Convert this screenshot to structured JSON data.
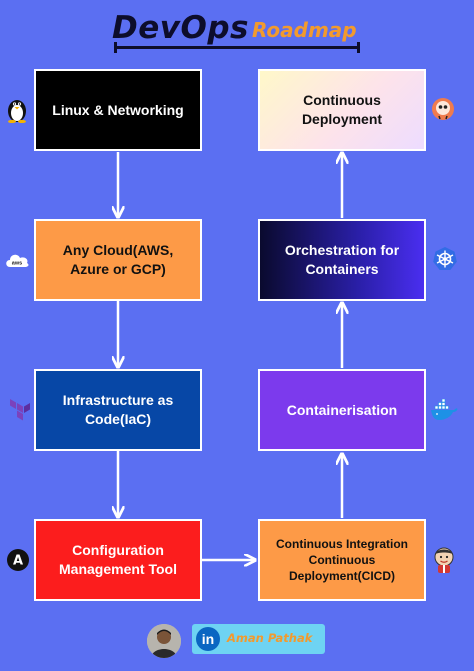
{
  "title": {
    "main": "DevOps",
    "accent": "Roadmap"
  },
  "nodes": {
    "linux": "Linux & Networking",
    "cloud": "Any Cloud(AWS, Azure or GCP)",
    "iac": "Infrastructure as Code(IaC)",
    "config": "Configuration Management Tool",
    "cicd": "Continuous Integration Continuous Deployment(CICD)",
    "containers": "Containerisation",
    "orchestration": "Orchestration for Containers",
    "cd": "Continuous Deployment"
  },
  "icons": {
    "linux": "tux-penguin-icon",
    "cloud": "aws-cloud-icon",
    "iac": "terraform-icon",
    "config": "ansible-icon",
    "cicd": "jenkins-icon",
    "containers": "docker-whale-icon",
    "orchestration": "kubernetes-helm-icon",
    "cd": "argo-icon"
  },
  "aws_badge": "aws",
  "ansible_letter": "A",
  "linkedin_letters": "in",
  "footer": {
    "author": "Aman Pathak"
  },
  "colors": {
    "background": "#5b6ff2",
    "linux": "#000000",
    "cloud": "#fd9a47",
    "iac": "#0747a6",
    "config": "#fc1d1d",
    "cicd": "#fd9a47",
    "containers": "#7c3aed",
    "title_accent": "#f29a2e",
    "linkedin": "#0a66c2"
  }
}
